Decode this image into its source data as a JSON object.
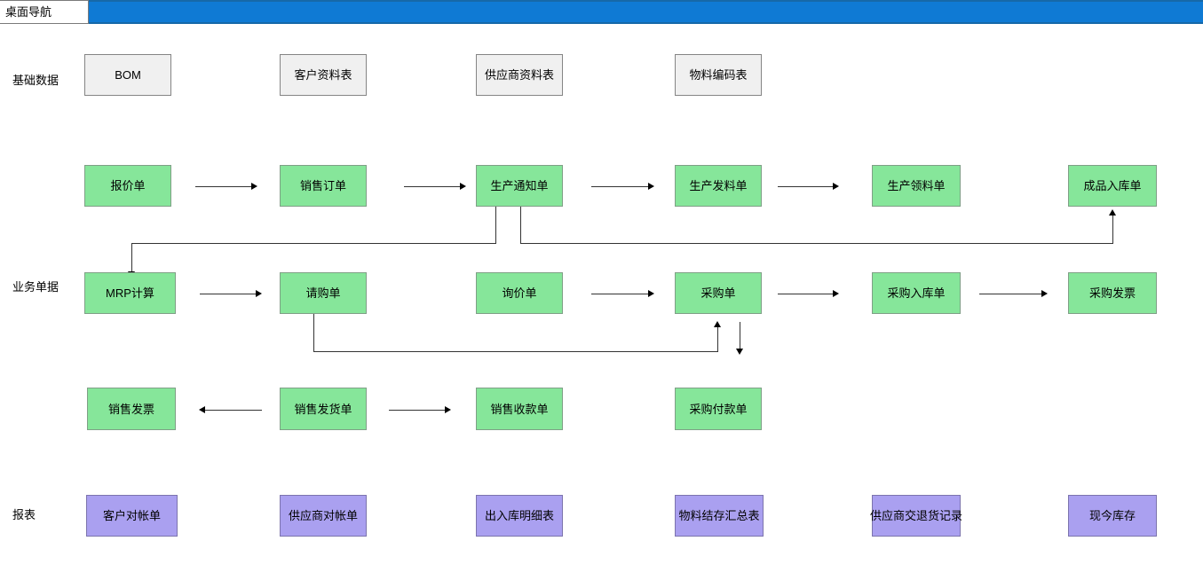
{
  "window": {
    "tab_label": "桌面导航",
    "accent_color": "#0f7ad4",
    "background_color": "#ffffff"
  },
  "palette": {
    "base_data_fill": "#f0f0f0",
    "business_doc_fill": "#86e69a",
    "report_fill": "#aaa0f0",
    "node_border": "#808080",
    "connector": "#333333"
  },
  "sections": [
    {
      "label": "基础数据"
    },
    {
      "label": "业务单据"
    },
    {
      "label": "报表"
    }
  ],
  "rows": {
    "base_data": [
      {
        "label": "BOM"
      },
      {
        "label": "客户资料表"
      },
      {
        "label": "供应商资料表"
      },
      {
        "label": "物料编码表"
      }
    ],
    "production_flow": [
      {
        "label": "报价单"
      },
      {
        "label": "销售订单"
      },
      {
        "label": "生产通知单"
      },
      {
        "label": "生产发料单"
      },
      {
        "label": "生产领料单"
      },
      {
        "label": "成品入库单"
      }
    ],
    "purchase_flow": [
      {
        "label": "MRP计算"
      },
      {
        "label": "请购单"
      },
      {
        "label": "询价单"
      },
      {
        "label": "采购单"
      },
      {
        "label": "采购入库单"
      },
      {
        "label": "采购发票"
      }
    ],
    "settlement_flow": [
      {
        "label": "销售发票"
      },
      {
        "label": "销售发货单"
      },
      {
        "label": "销售收款单"
      },
      {
        "label": "采购付款单"
      }
    ],
    "reports": [
      {
        "label": "客户对帐单"
      },
      {
        "label": "供应商对帐单"
      },
      {
        "label": "出入库明细表"
      },
      {
        "label": "物料结存汇总表"
      },
      {
        "label": "供应商交退货记录"
      },
      {
        "label": "现今库存"
      }
    ]
  }
}
